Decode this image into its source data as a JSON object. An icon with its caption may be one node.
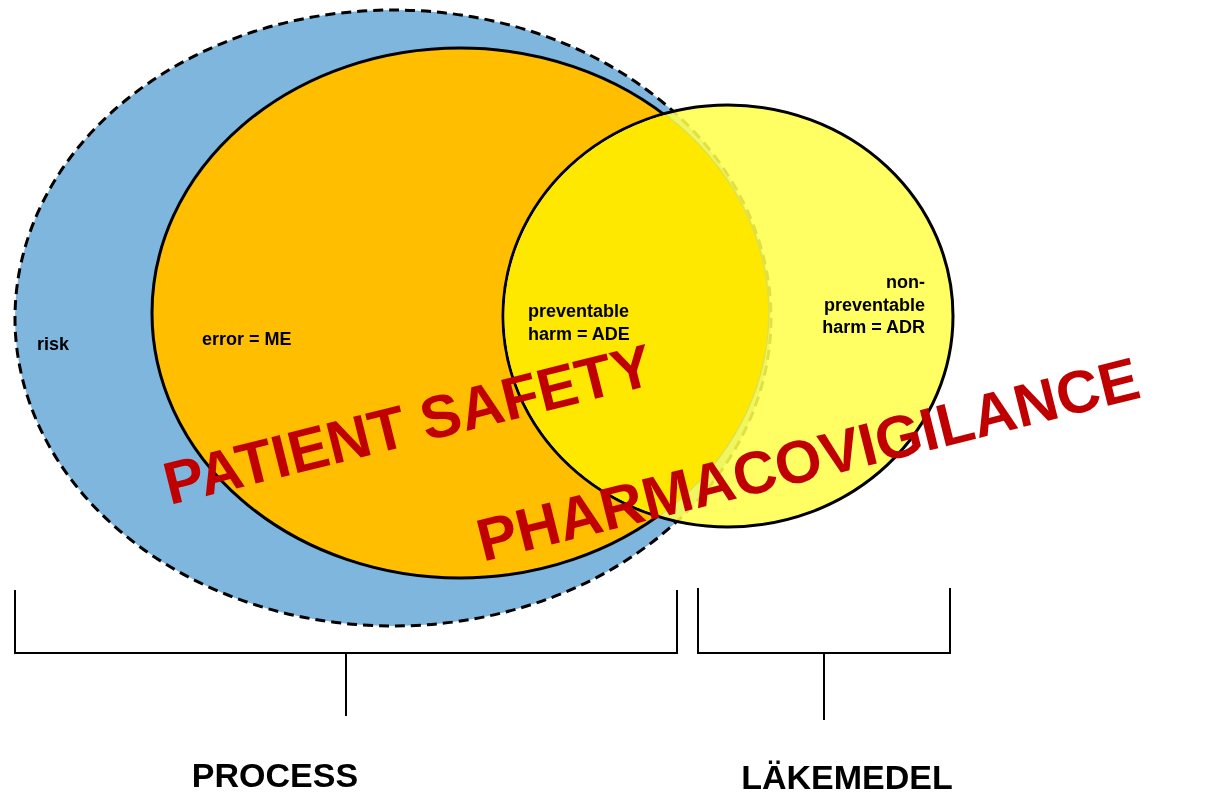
{
  "diagram": {
    "nodes": [
      {
        "text": [
          "risk"
        ]
      },
      {
        "text": [
          "error = ME"
        ],
        "in": 0
      },
      {
        "text": [
          "non-preventable harm = ADR"
        ]
      },
      {
        "text": [
          "preventable harm = ADE"
        ]
      }
    ],
    "labels": [
      "PATIENT SAFETY",
      "PHARMACOVIGILANCE",
      "PROCESS",
      "LÄKEMEDEL"
    ]
  }
}
